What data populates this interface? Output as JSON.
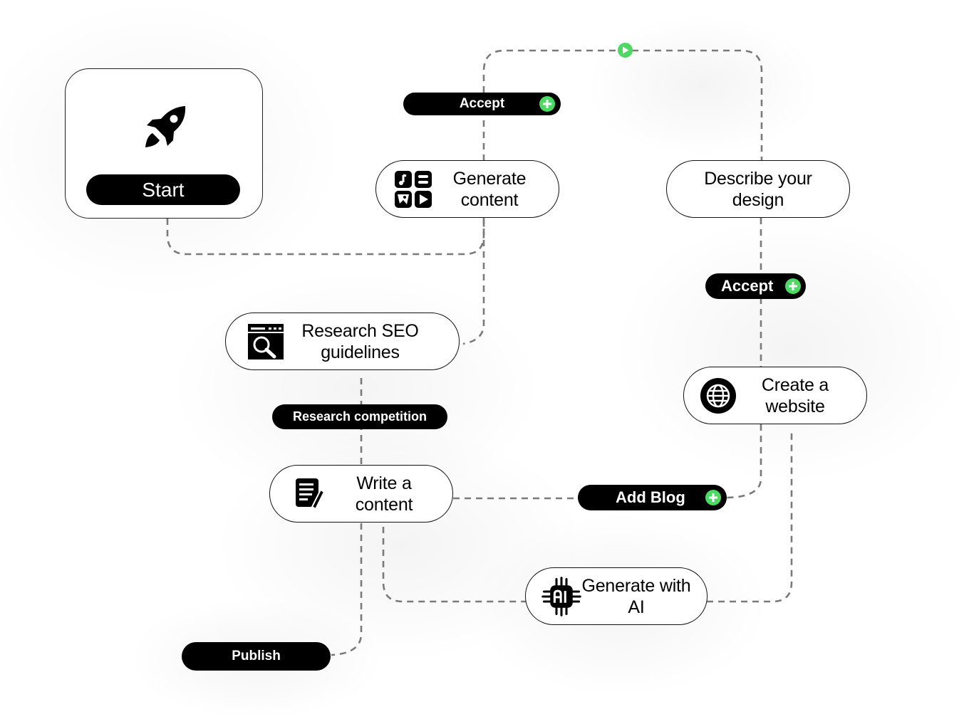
{
  "colors": {
    "accent_green": "#4cd964",
    "pill_bg": "#000000",
    "connector": "#7a7a7a",
    "border": "#111111"
  },
  "start": {
    "icon": "rocket-icon",
    "label": "Start"
  },
  "nodes": {
    "generate_content": {
      "icon": "media-grid-icon",
      "label": "Generate content"
    },
    "describe_design": {
      "label": "Describe your design"
    },
    "research_seo": {
      "icon": "browser-search-icon",
      "label": "Research SEO guidelines"
    },
    "write_content": {
      "icon": "document-edit-icon",
      "label": "Write a content"
    },
    "create_website": {
      "icon": "globe-icon",
      "label": "Create a website"
    },
    "generate_ai": {
      "icon": "ai-chip-icon",
      "label": "Generate with AI"
    }
  },
  "actions": {
    "accept_top": {
      "label": "Accept",
      "icon": "plus-icon"
    },
    "accept_right": {
      "label": "Accept",
      "icon": "plus-icon"
    },
    "research_competition": {
      "label": "Research competition"
    },
    "add_blog": {
      "label": "Add Blog",
      "icon": "plus-icon"
    },
    "publish": {
      "label": "Publish"
    }
  },
  "play_marker": {
    "icon": "play-icon"
  }
}
